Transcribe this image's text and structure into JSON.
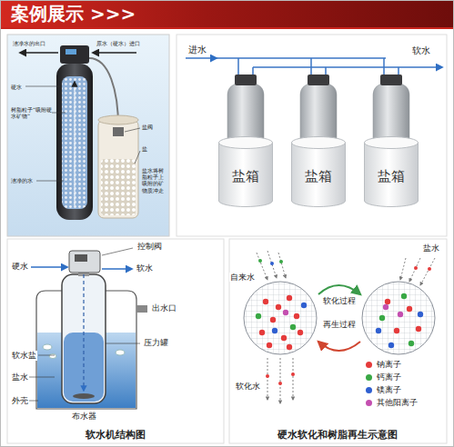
{
  "diagram": {
    "title": "案例展示 >>>",
    "nodes": [
      {
        "text": [
          "盐箱"
        ]
      },
      {
        "text": [
          "盐箱"
        ]
      },
      {
        "text": [
          "盐箱"
        ]
      }
    ],
    "labels": [
      "洁净水的出口",
      "原水（硬水）进口",
      "硬水",
      "树脂粒子“吸附硬水矿物”",
      "洁净的水",
      "盐阀",
      "盐",
      "盐水将树脂粒子上吸附的矿物质冲走",
      "进水",
      "软水",
      "控制阀",
      "硬水",
      "软水",
      "出水口",
      "压力罐",
      "软水盐",
      "盐水",
      "外壳",
      "布水器",
      "软水机结构图",
      "盐水",
      "自来水",
      "软化过程",
      "再生过程",
      "软化水",
      "硬水软化和树脂再生示意图"
    ],
    "legend": [
      {
        "text": "钠离子",
        "color": "#e53b3b"
      },
      {
        "text": "钙离子",
        "color": "#39a845"
      },
      {
        "text": "镁离子",
        "color": "#2f5fd0"
      },
      {
        "text": "其他阳离子",
        "color": "#c44fb0"
      }
    ]
  }
}
